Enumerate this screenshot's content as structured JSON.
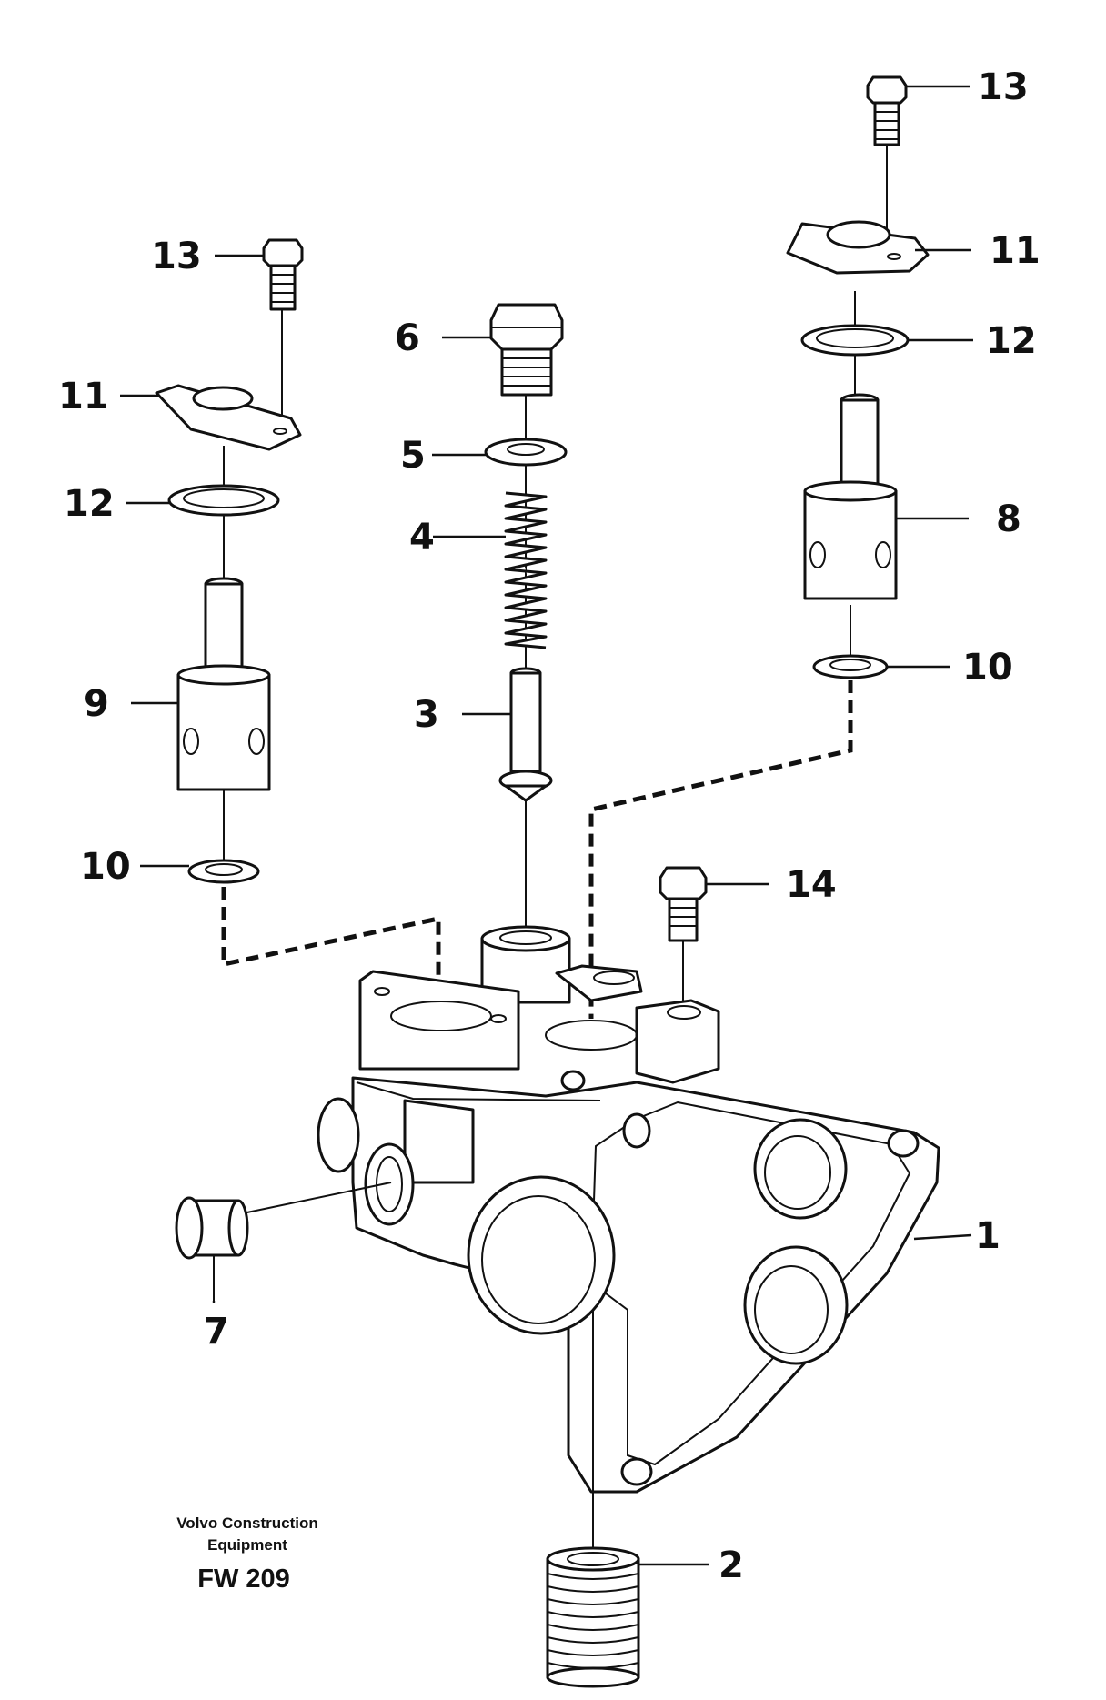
{
  "diagram": {
    "callouts": [
      {
        "id": "c1",
        "text": "1"
      },
      {
        "id": "c2",
        "text": "2"
      },
      {
        "id": "c3",
        "text": "3"
      },
      {
        "id": "c4",
        "text": "4"
      },
      {
        "id": "c5",
        "text": "5"
      },
      {
        "id": "c6",
        "text": "6"
      },
      {
        "id": "c7",
        "text": "7"
      },
      {
        "id": "c8",
        "text": "8"
      },
      {
        "id": "c9",
        "text": "9"
      },
      {
        "id": "c10a",
        "text": "10"
      },
      {
        "id": "c10b",
        "text": "10"
      },
      {
        "id": "c11a",
        "text": "11"
      },
      {
        "id": "c11b",
        "text": "11"
      },
      {
        "id": "c12a",
        "text": "12"
      },
      {
        "id": "c12b",
        "text": "12"
      },
      {
        "id": "c13a",
        "text": "13"
      },
      {
        "id": "c13b",
        "text": "13"
      },
      {
        "id": "c14",
        "text": "14"
      }
    ],
    "credit_line1": "Volvo Construction",
    "credit_line2": "Equipment",
    "figure_code": "FW 209"
  }
}
